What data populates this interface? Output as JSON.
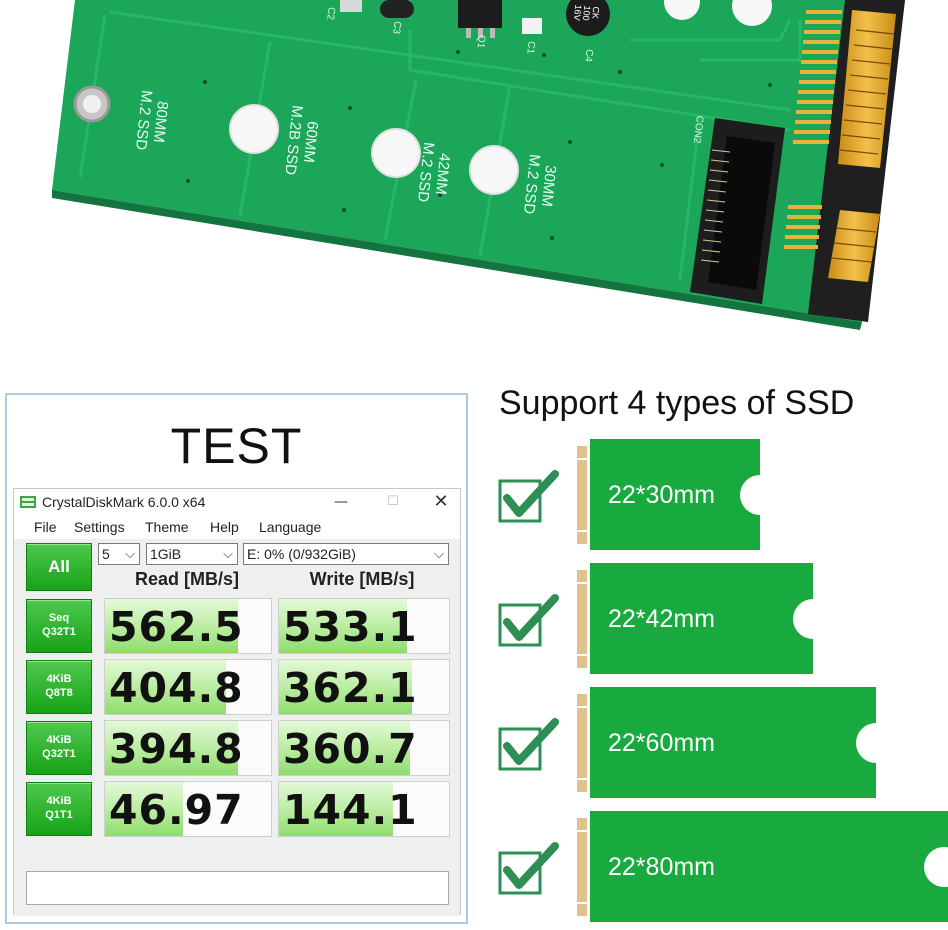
{
  "pcb": {
    "labels": {
      "m2_80": "80MM\nM.2 SSD",
      "m2_60": "60MM\nM.2B SSD",
      "m2_42": "42MM\nM.2 SSD",
      "m2_30": "30MM\nM.2 SSD"
    },
    "components": {
      "c2": "C2",
      "c3": "C3",
      "q1": "Q1",
      "c1": "C1",
      "c4": "C4",
      "cap": "CK\n100\n16V",
      "con2": "CON2"
    },
    "colors": {
      "board": "#1ba65a",
      "trace": "#28b866",
      "silk": "#e6fff0",
      "gold": "#e3a62a"
    }
  },
  "test": {
    "title": "TEST",
    "window": {
      "title": "CrystalDiskMark 6.0.0 x64",
      "controls": {
        "minimize": "—",
        "maximize": "☐",
        "close": "✕"
      },
      "menu": [
        "File",
        "Settings",
        "Theme",
        "Help",
        "Language"
      ],
      "all_label": "All",
      "selects": {
        "count": "5",
        "size": "1GiB",
        "drive": "E: 0% (0/932GiB)"
      },
      "read_header": "Read [MB/s]",
      "write_header": "Write [MB/s]",
      "rows": [
        {
          "line1": "Seq",
          "line2": "Q32T1",
          "read": "562.5",
          "write": "533.1",
          "read_fill": 0.8,
          "write_fill": 0.75
        },
        {
          "line1": "4KiB",
          "line2": "Q8T8",
          "read": "404.8",
          "write": "362.1",
          "read_fill": 0.73,
          "write_fill": 0.78
        },
        {
          "line1": "4KiB",
          "line2": "Q32T1",
          "read": "394.8",
          "write": "360.7",
          "read_fill": 0.8,
          "write_fill": 0.77
        },
        {
          "line1": "4KiB",
          "line2": "Q1T1",
          "read": "46.97",
          "write": "144.1",
          "read_fill": 0.47,
          "write_fill": 0.67
        }
      ],
      "colors": {
        "button": "#17a217",
        "bar": "#8fdc6c"
      }
    }
  },
  "support": {
    "title": "Support 4 types of SSD",
    "items": [
      {
        "label": "22*30mm"
      },
      {
        "label": "22*42mm"
      },
      {
        "label": "22*60mm"
      },
      {
        "label": "22*80mm"
      }
    ],
    "colors": {
      "card": "#19aa3f",
      "check": "#2e8f54",
      "contacts": "#e0c28a"
    }
  }
}
